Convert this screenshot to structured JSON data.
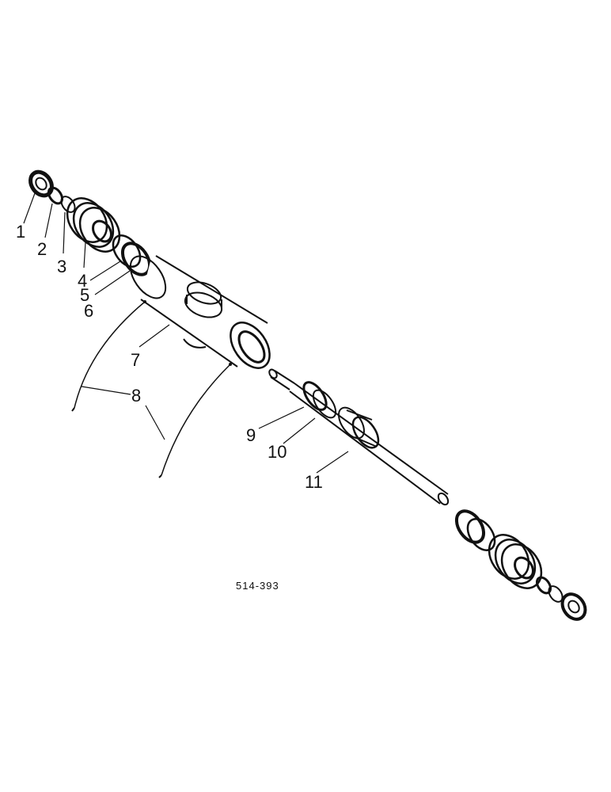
{
  "diagram": {
    "part_labels": [
      "1",
      "2",
      "3",
      "4",
      "5",
      "6",
      "7",
      "8",
      "9",
      "10",
      "11"
    ],
    "drawing_code": "514-393"
  }
}
